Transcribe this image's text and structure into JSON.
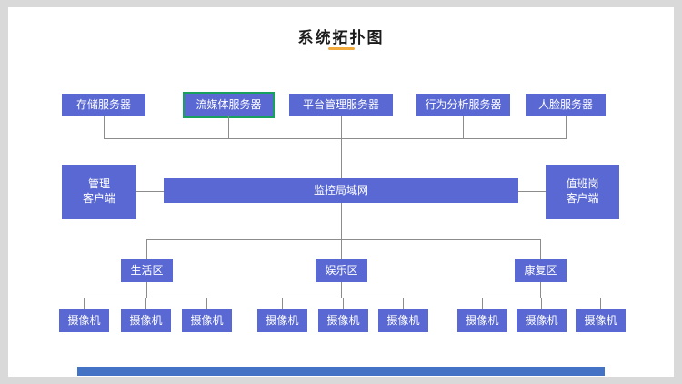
{
  "title": "系统拓扑图",
  "colors": {
    "node_fill": "#5968d2",
    "node_text": "#ffffff",
    "selection_border": "#18a05e",
    "title_underline": "#f2a93b",
    "footer_bar": "#4472c4",
    "connector": "#8c8c8c",
    "canvas_bg": "#ffffff",
    "page_bg": "#d9d9d9"
  },
  "nodes": {
    "servers": [
      {
        "label": "存储服务器"
      },
      {
        "label": "流媒体服务器",
        "selected": true
      },
      {
        "label": "平台管理服务器"
      },
      {
        "label": "行为分析服务器"
      },
      {
        "label": "人脸服务器"
      }
    ],
    "lan": {
      "label": "监控局域网"
    },
    "clients": [
      {
        "line1": "管理",
        "line2": "客户端"
      },
      {
        "line1": "值班岗",
        "line2": "客户端"
      }
    ],
    "zones": [
      {
        "label": "生活区"
      },
      {
        "label": "娱乐区"
      },
      {
        "label": "康复区"
      }
    ],
    "camera_label": "摄像机"
  }
}
